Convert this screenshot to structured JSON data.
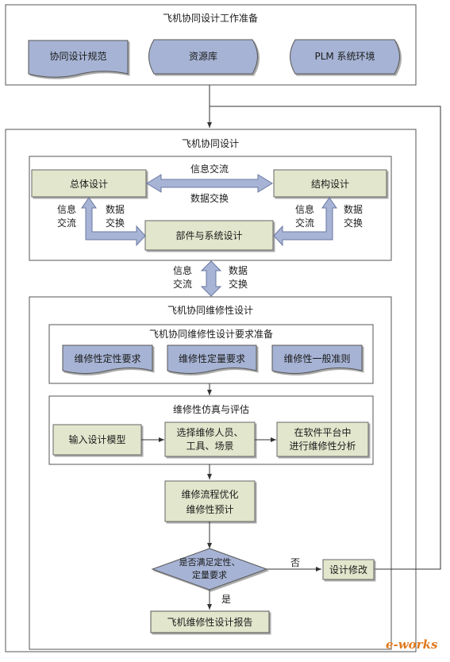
{
  "prep": {
    "title": "飞机协同设计工作准备",
    "items": [
      "协同设计规范",
      "资源库",
      "PLM 系统环境"
    ]
  },
  "collab": {
    "title": "飞机协同设计",
    "general_design": "总体设计",
    "structural_design": "结构设计",
    "component_design": "部件与系统设计",
    "info_exchange": "信息交流",
    "data_exchange": "数据交换",
    "left_info": "信息\n交流",
    "left_data": "数据\n交换",
    "right_info": "信息\n交流",
    "right_data": "数据\n交换"
  },
  "link": {
    "info": "信息\n交流",
    "data": "数据\n交换"
  },
  "maint": {
    "title": "飞机协同维修性设计",
    "req": {
      "title": "飞机协同维修性设计要求准备",
      "items": [
        "维修性定性要求",
        "维修性定量要求",
        "维修性一般准则"
      ]
    },
    "sim": {
      "title": "维修性仿真与评估",
      "input": "输入设计模型",
      "select": "选择维修人员、\n工具、场景",
      "analyze": "在软件平台中\n进行维修性分析"
    },
    "optimize": "维修流程优化\n维修性预计",
    "decision": "是否满足定性、\n定量要求",
    "no": "否",
    "yes": "是",
    "modify": "设计修改",
    "report": "飞机维修性设计报告"
  },
  "watermark": "e-works",
  "colors": {
    "green_box": "#e1e6cc",
    "blue_shape": "#a6b3d4",
    "arrow_blue": "#a8b4d6",
    "border": "#555555"
  }
}
